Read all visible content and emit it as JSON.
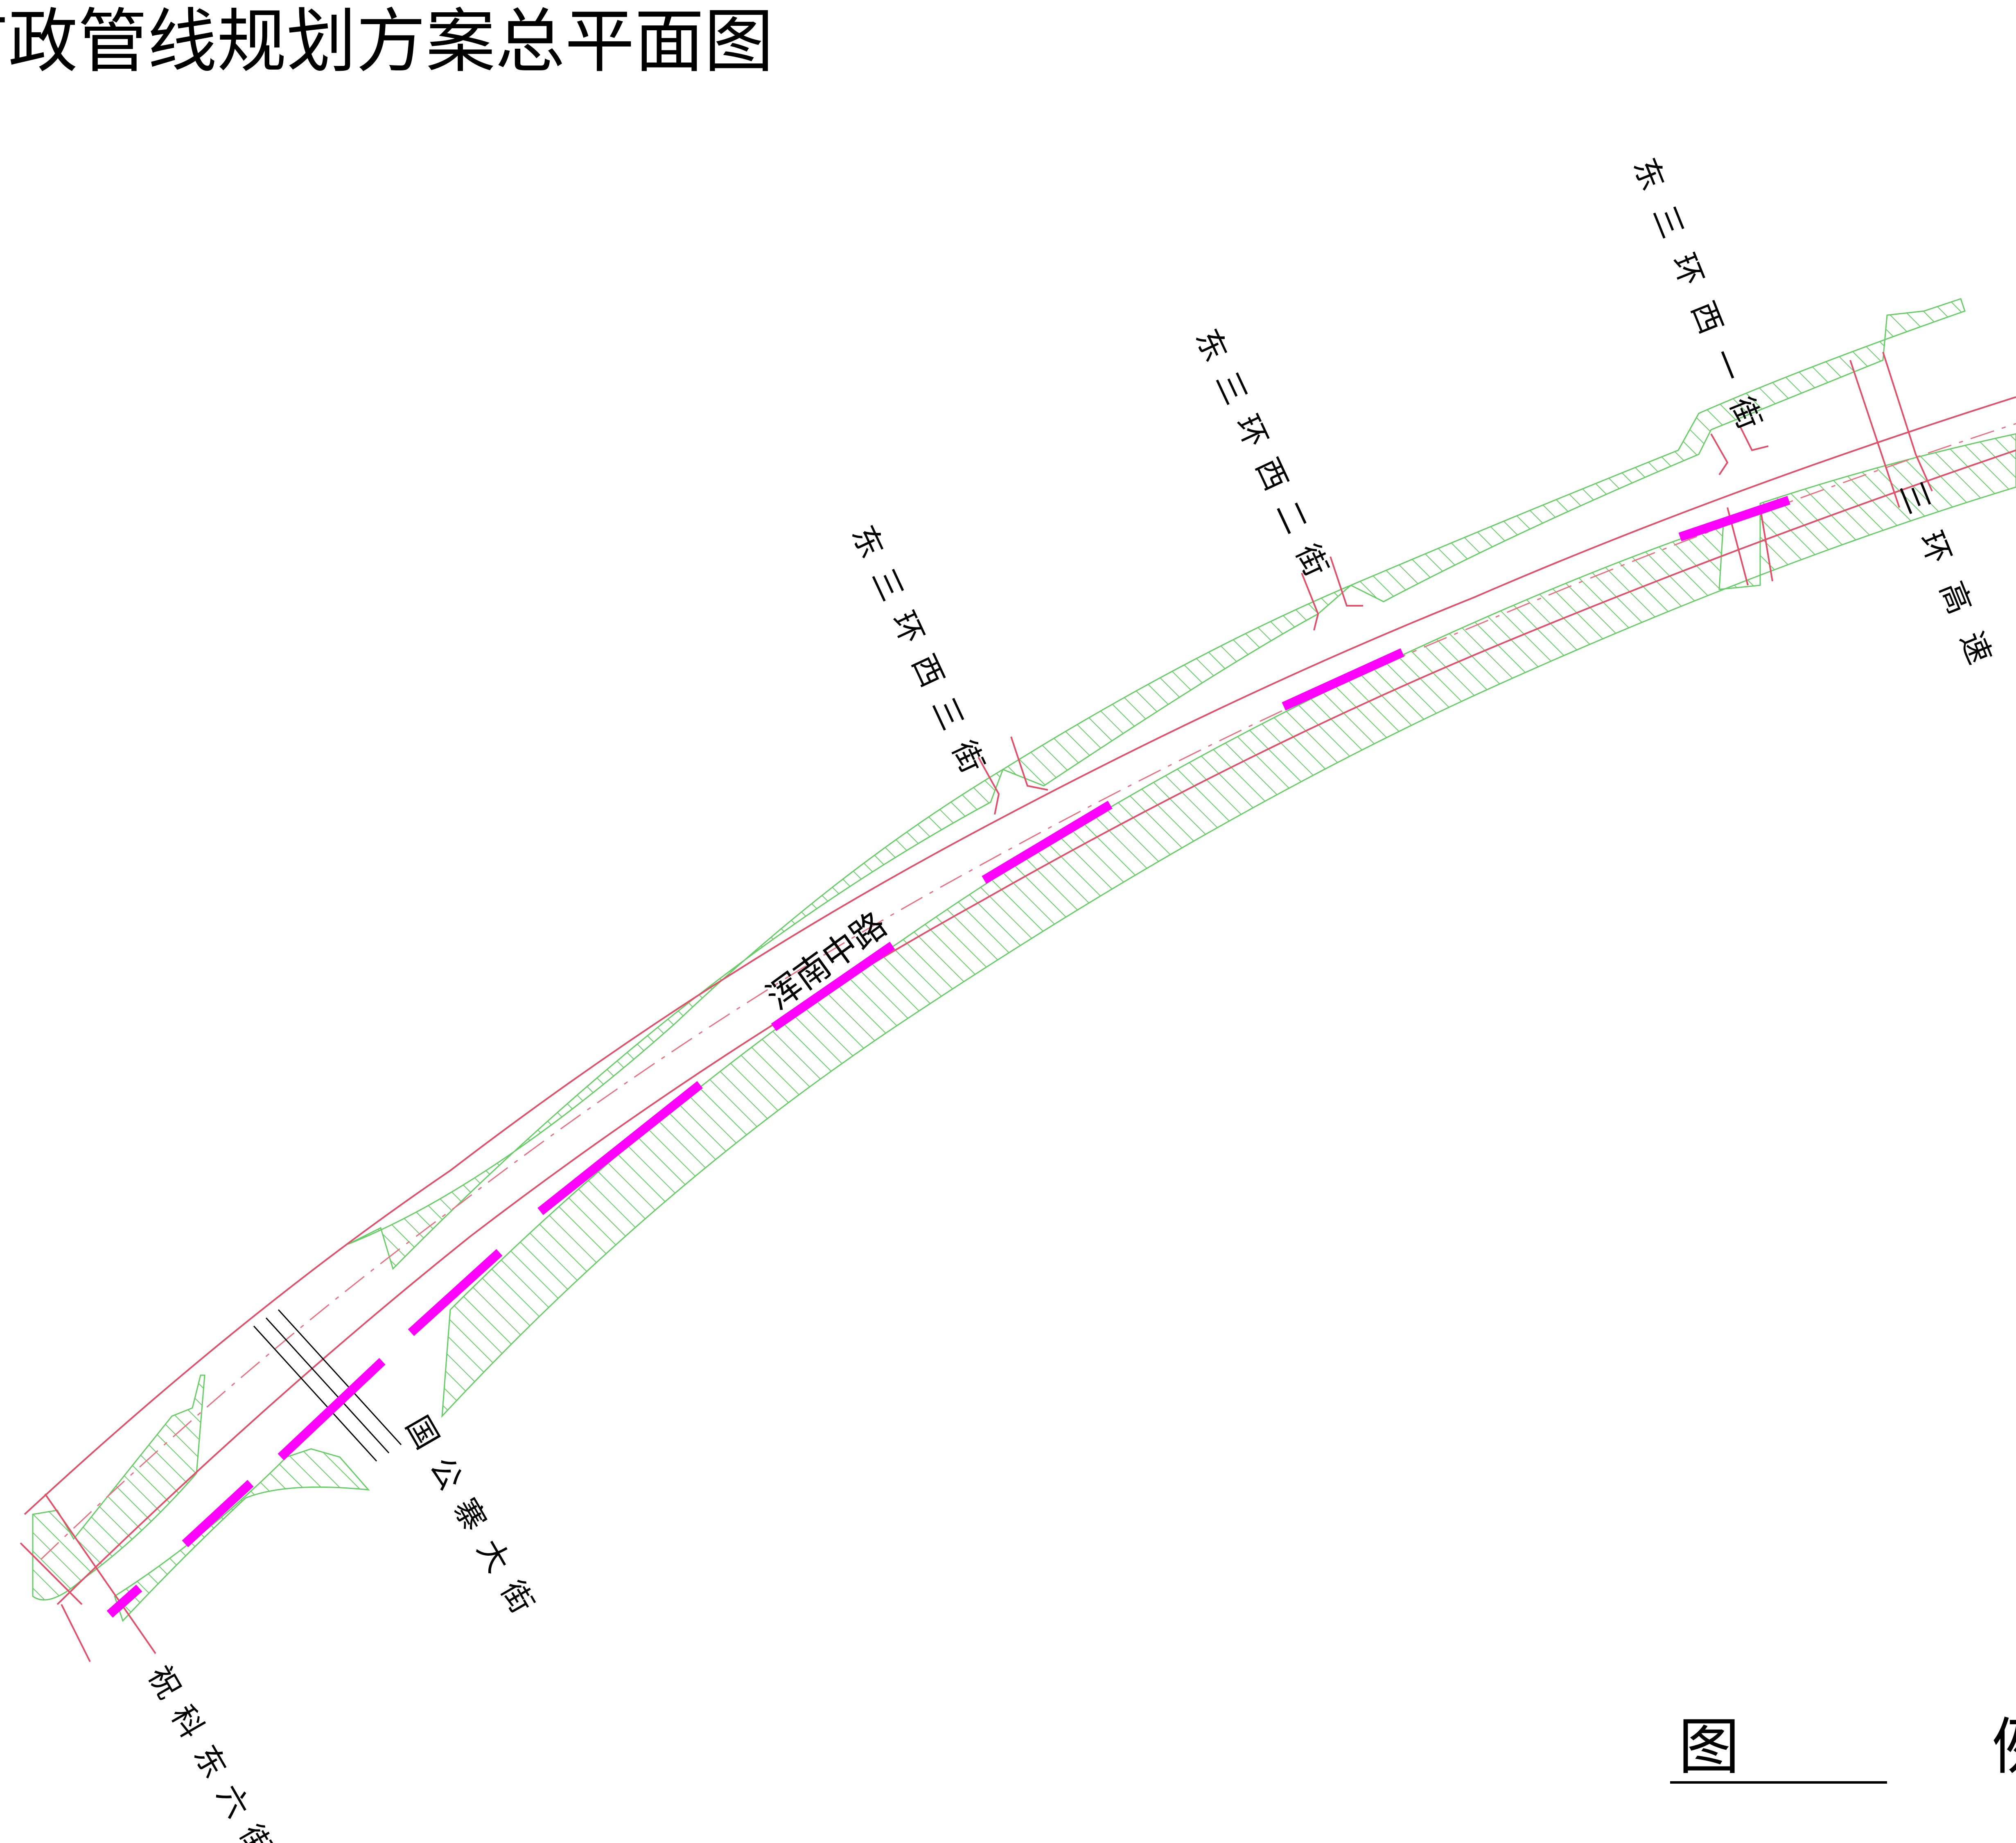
{
  "title": "市政管线规划方案总平面图",
  "main_road": {
    "label": "浑南中路"
  },
  "streets": [
    {
      "id": "zhuke-dong-6",
      "label": "祝科东六街"
    },
    {
      "id": "guogongzhai",
      "label": "国公寨大街"
    },
    {
      "id": "dongsanhuan-xi-3",
      "label": "东三环西三街"
    },
    {
      "id": "dongsanhuan-xi-2",
      "label": "东三环西二街"
    },
    {
      "id": "dongsanhuan-xi-1",
      "label": "东三环西一街"
    },
    {
      "id": "sanhuan-gaosu",
      "label": "三环高速"
    }
  ],
  "legend": {
    "title": "图  例"
  },
  "colors": {
    "pipeline": "#ff00ff",
    "green_hatch": "#66cc66",
    "road_edge": "#e0506a",
    "centerline": "#e87080",
    "black": "#000000",
    "background": "#ffffff"
  }
}
